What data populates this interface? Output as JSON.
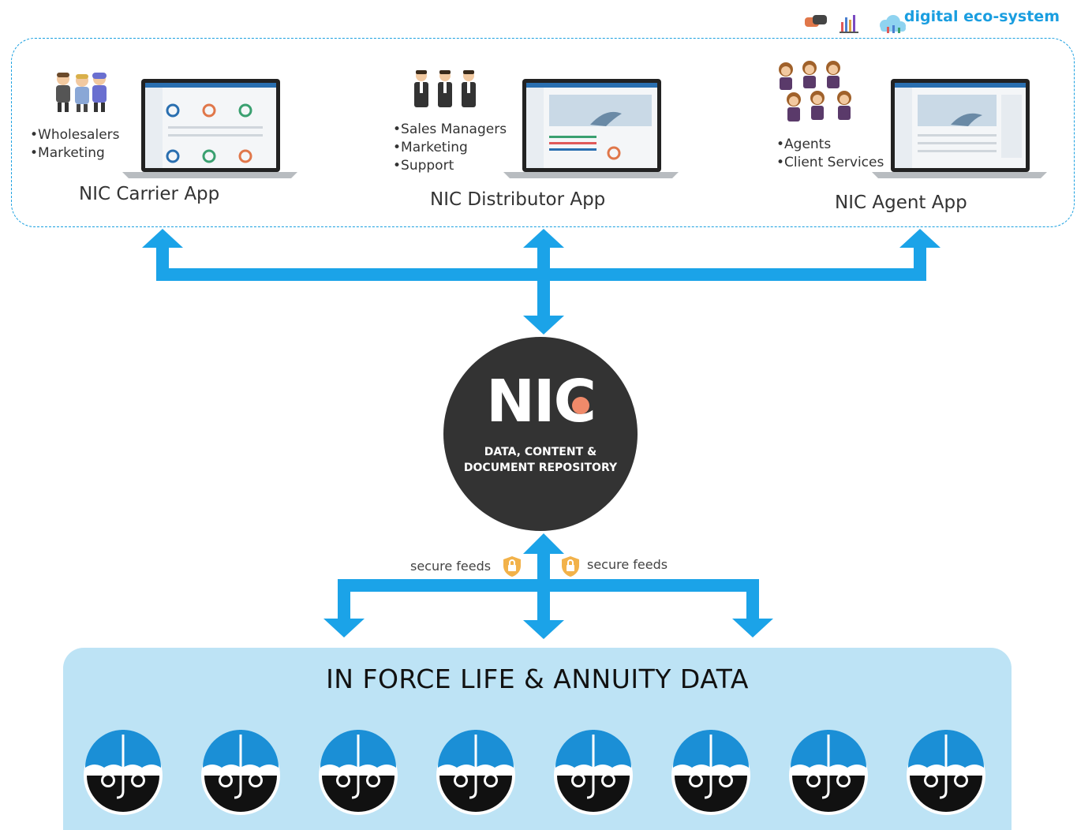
{
  "header": {
    "ecosystem_label": "digital eco-system",
    "icons": [
      "chat-bubbles-icon",
      "bar-chart-icon",
      "cloud-icon"
    ]
  },
  "apps": [
    {
      "title": "NIC Carrier App",
      "bullets": [
        "Wholesalers",
        "Marketing"
      ],
      "people_icon": "team-cartoon-icon",
      "screen": "carrier-dashboard-screenshot"
    },
    {
      "title": "NIC Distributor App",
      "bullets": [
        "Sales Managers",
        "Marketing",
        "Support"
      ],
      "people_icon": "businessmen-icon",
      "screen": "distributor-dashboard-screenshot"
    },
    {
      "title": "NIC Agent App",
      "bullets": [
        "Agents",
        "Client Services"
      ],
      "people_icon": "agents-group-icon",
      "screen": "agent-dashboard-screenshot"
    }
  ],
  "hub": {
    "logo": "NIC",
    "subtitle_line1": "DATA, CONTENT &",
    "subtitle_line2": "DOCUMENT REPOSITORY"
  },
  "feeds": {
    "left_label": "secure feeds",
    "right_label": "secure feeds",
    "icon": "shield-lock-icon"
  },
  "data_store": {
    "title": "IN FORCE LIFE & ANNUITY DATA",
    "icon": "umbrella-family-icon",
    "icon_count": 8
  },
  "colors": {
    "arrow": "#1ba3e8",
    "hub": "#333333",
    "hub_accent": "#f08a6a",
    "data_box": "#bde3f5",
    "accent_text": "#1a9ee0"
  }
}
